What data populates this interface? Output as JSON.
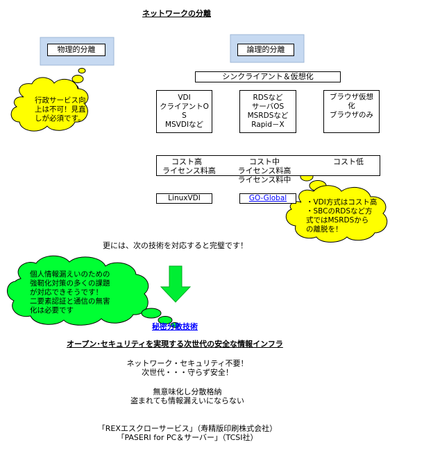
{
  "title": "ネットワークの分離",
  "physical": {
    "label": "物理的分離"
  },
  "logical": {
    "label": "論理的分離"
  },
  "thin_client": {
    "label": "シンクライアント＆仮想化"
  },
  "col_vdi": {
    "lines": [
      "VDI",
      "クライアントO",
      "S",
      "MSVDIなど"
    ]
  },
  "col_rds": {
    "lines": [
      "RDSなど",
      "サーバOS",
      "MSRDSなど",
      "Rapid－X"
    ]
  },
  "col_browser": {
    "lines": [
      "ブラウザ仮想",
      "化",
      "ブラウザのみ"
    ]
  },
  "costs": {
    "high": [
      "コスト高",
      "ライセンス料高"
    ],
    "mid": [
      "コスト中",
      "ライセンス料高",
      "ライセンス料中"
    ],
    "low": [
      "コスト低"
    ]
  },
  "linux_vdi": {
    "label": "LinuxVDI"
  },
  "go_global": {
    "label": "GO-Global"
  },
  "callout_admin": {
    "lines": [
      "行政サービス向",
      "上は不可！見直",
      "しが必須です。"
    ]
  },
  "callout_vdi": {
    "lines": [
      "・VDI方式はコスト高",
      "・SBCのRDSなど方",
      "式ではMSRDSから",
      "の離脱を！"
    ]
  },
  "more_tech": {
    "text": "更には、次の技術を対応すると完璧です！"
  },
  "callout_privacy": {
    "lines": [
      "個人情報漏えいのための",
      "強靭化対策の多くの課題",
      "が対応できそうです！",
      "二要素認証と通信の無害",
      "化は必要です"
    ]
  },
  "secret_tech": {
    "label": "秘密分散技術"
  },
  "infra": {
    "text": "オープン･セキュリティを実現する次世代の安全な情報インフラ"
  },
  "benefits": [
    "ネットワーク・セキュリティ不要！",
    "次世代・・・守らず安全！"
  ],
  "storage": [
    "無意味化し分散格納",
    "盗まれても情報漏えいにならない"
  ],
  "services": [
    "「REXエスクローサービス」（寿精版印刷株式会社）",
    "「PASERI for PC＆サーバー」（TCSI社）"
  ],
  "colors": {
    "cloud": "#ffff00",
    "cloud_green": "#00ff33",
    "panel": "#c6d9f1",
    "link": "#0000ff",
    "arrow": "#00ee33"
  }
}
